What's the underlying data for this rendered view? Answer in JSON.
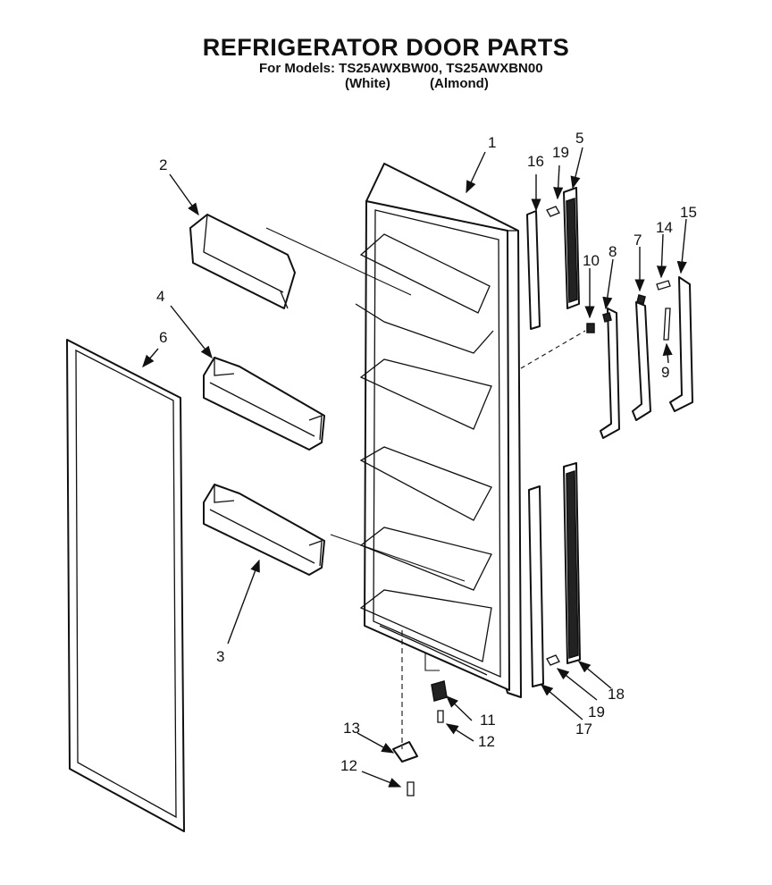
{
  "header": {
    "title": "REFRIGERATOR DOOR PARTS",
    "models": "For Models: TS25AWXBW00, TS25AWXBN00",
    "color_white": "(White)",
    "color_almond": "(Almond)"
  },
  "callouts": [
    "1",
    "2",
    "3",
    "4",
    "5",
    "6",
    "7",
    "8",
    "9",
    "10",
    "11",
    "12",
    "12",
    "13",
    "14",
    "15",
    "16",
    "17",
    "18",
    "19",
    "19"
  ]
}
